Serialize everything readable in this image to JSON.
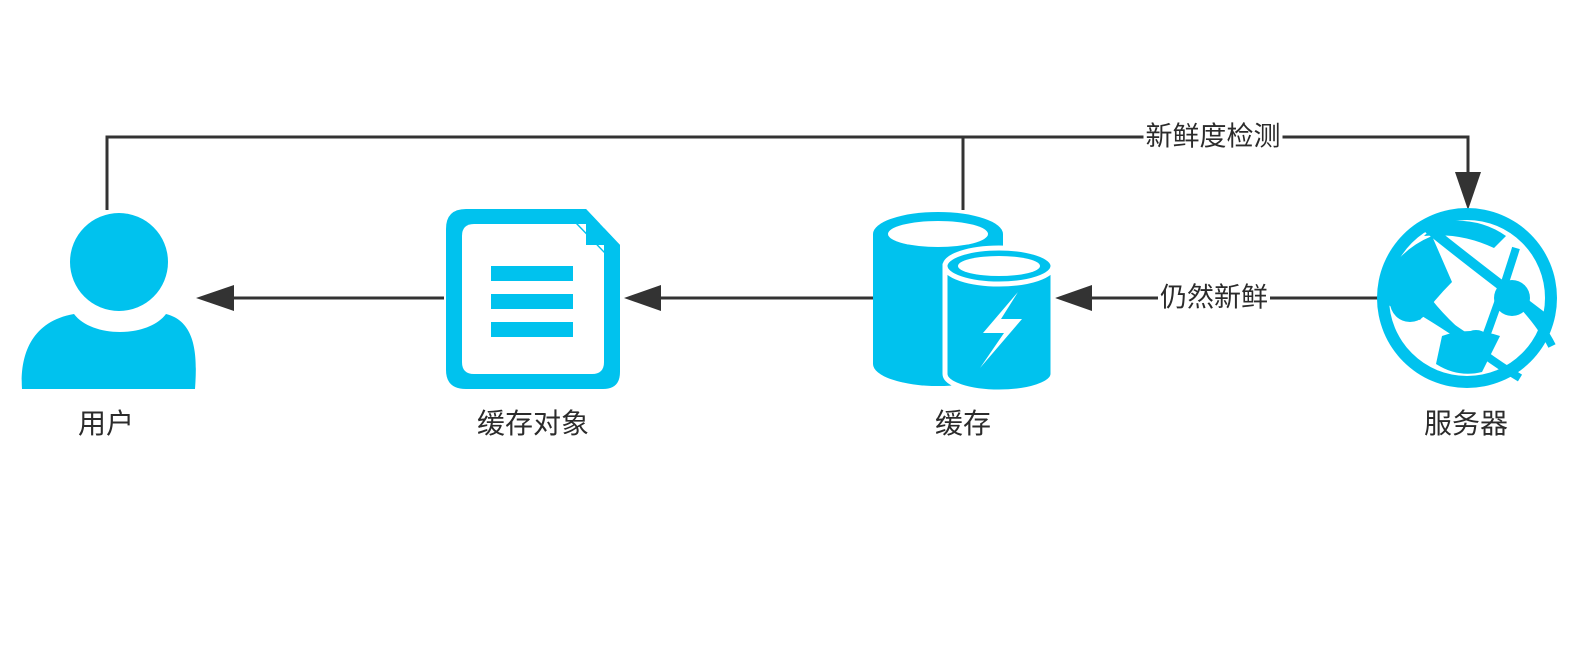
{
  "nodes": {
    "user": {
      "label": "用户",
      "icon": "user-icon"
    },
    "cached_object": {
      "label": "缓存对象",
      "icon": "document-icon"
    },
    "cache": {
      "label": "缓存",
      "icon": "cache-database-icon"
    },
    "server": {
      "label": "服务器",
      "icon": "web-server-globe-icon"
    }
  },
  "edges": {
    "freshness_check": {
      "label": "新鲜度检测"
    },
    "still_fresh": {
      "label": "仍然新鲜"
    }
  },
  "colors": {
    "icon": "#00c2ee",
    "line": "#333333",
    "text": "#2b2b2b"
  }
}
